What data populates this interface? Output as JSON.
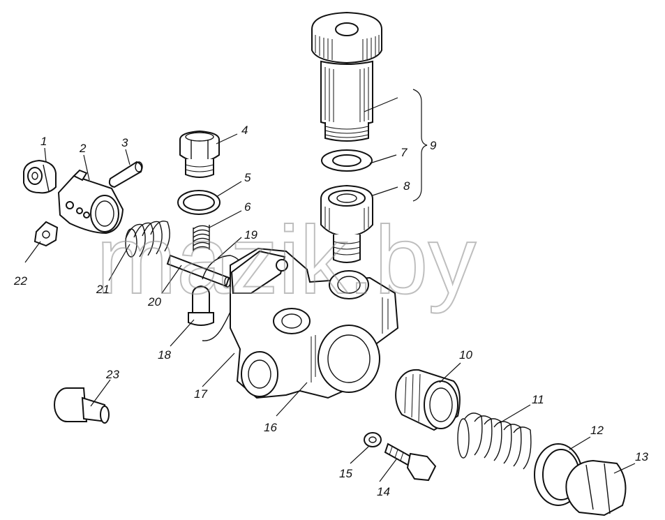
{
  "watermark": "mazik.by",
  "labels": [
    "1",
    "2",
    "3",
    "4",
    "5",
    "6",
    "7",
    "8",
    "9",
    "10",
    "11",
    "12",
    "13",
    "14",
    "15",
    "16",
    "17",
    "18",
    "19",
    "20",
    "21",
    "22",
    "23"
  ]
}
